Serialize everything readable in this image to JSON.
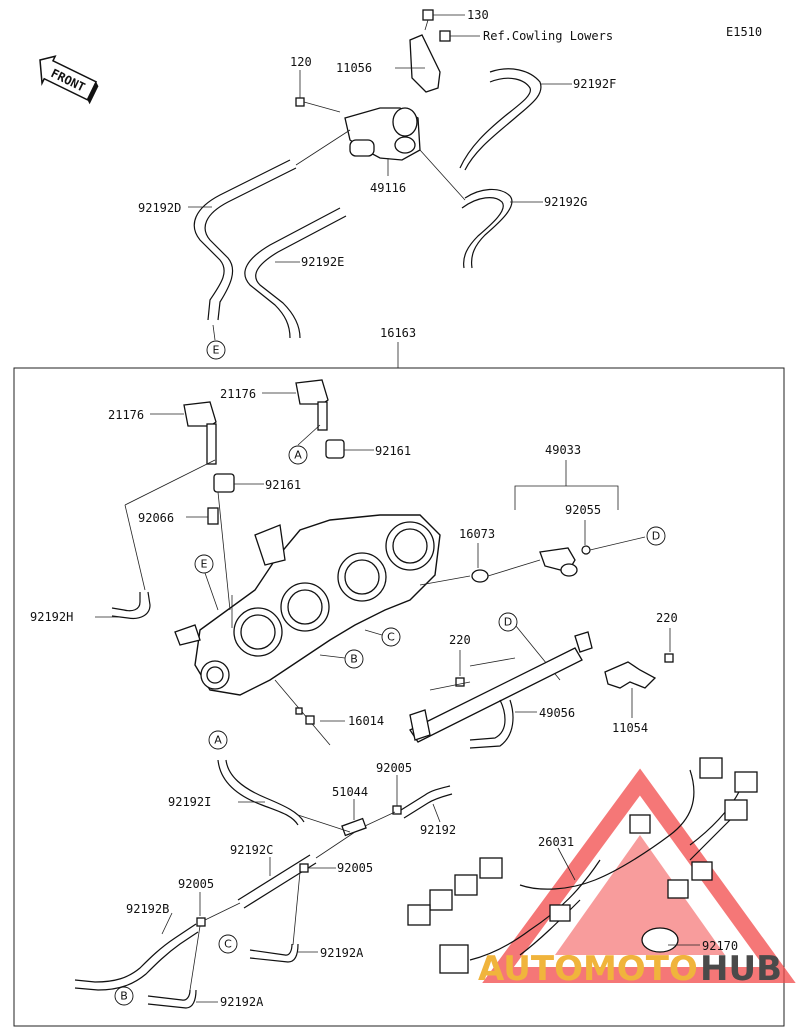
{
  "diagram_code": "E1510",
  "front_label": "FRONT",
  "ref_note": "Ref.Cowling Lowers",
  "assembly_number": "16163",
  "callouts": {
    "c130": "130",
    "c120": "120",
    "c11056": "11056",
    "c92192F": "92192F",
    "c49116": "49116",
    "c92192D": "92192D",
    "c92192G": "92192G",
    "c92192E": "92192E",
    "c21176a": "21176",
    "c21176b": "21176",
    "c92161a": "92161",
    "c92161b": "92161",
    "c49033": "49033",
    "c92066": "92066",
    "c16073": "16073",
    "c92055": "92055",
    "c92192H": "92192H",
    "c220a": "220",
    "c220b": "220",
    "c16014": "16014",
    "c49056": "49056",
    "c11054": "11054",
    "c92005a": "92005",
    "c51044": "51044",
    "c92192I": "92192I",
    "c92192": "92192",
    "c92192C": "92192C",
    "c92005b": "92005",
    "c92005c": "92005",
    "c92192B": "92192B",
    "c26031": "26031",
    "c92192A1": "92192A",
    "c92192A2": "92192A",
    "c92170": "92170"
  },
  "markers": {
    "E_top": "E",
    "E_body": "E",
    "A_top": "A",
    "A_bottom": "A",
    "B_body": "B",
    "B_bottom": "B",
    "C_body": "C",
    "C_bottom": "C",
    "D_right": "D",
    "D_rail": "D"
  },
  "watermark": {
    "part1": "AUTOMOTO",
    "part2": "HUB"
  },
  "colors": {
    "watermark_red": "#f24a4a",
    "watermark_orange": "#f0b43c",
    "watermark_gray": "#4a4a4a"
  }
}
